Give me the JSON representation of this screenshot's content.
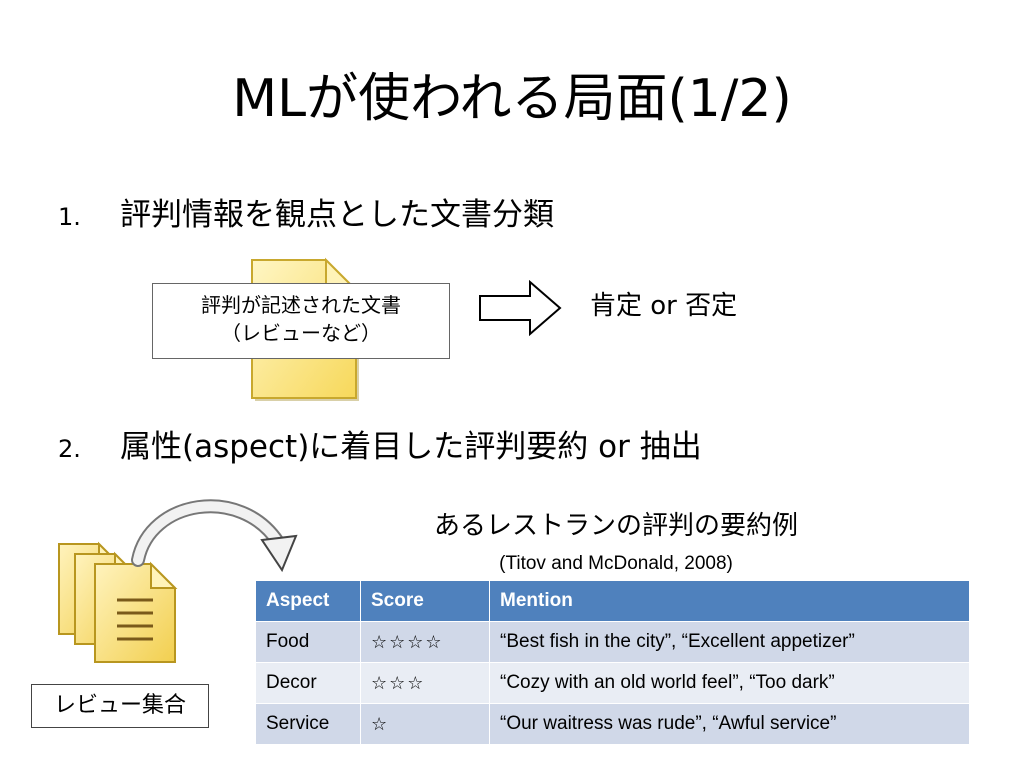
{
  "title": "MLが使われる局面(1/2)",
  "items": [
    {
      "number": "1.",
      "text": "評判情報を観点とした文書分類"
    },
    {
      "number": "2.",
      "text": "属性(aspect)に着目した評判要約 or 抽出"
    }
  ],
  "item1_diagram": {
    "document_label_line1": "評判が記述された文書",
    "document_label_line2": "（レビューなど）",
    "result": "肯定 or 否定"
  },
  "item2_diagram": {
    "review_set_label": "レビュー集合",
    "example_title": "あるレストランの評判の要約例",
    "citation": "(Titov and McDonald, 2008)"
  },
  "table": {
    "headers": [
      "Aspect",
      "Score",
      "Mention"
    ],
    "rows": [
      {
        "aspect": "Food",
        "score": "☆☆☆☆",
        "mention": "“Best fish in the city”, “Excellent  appetizer”"
      },
      {
        "aspect": "Decor",
        "score": "☆☆☆",
        "mention": "“Cozy with an old world feel”, “Too dark”"
      },
      {
        "aspect": "Service",
        "score": "☆",
        "mention": "“Our waitress was rude”, “Awful service”"
      }
    ]
  },
  "colors": {
    "table_header": "#4f81bd",
    "table_row_odd": "#d0d8e8",
    "table_row_even": "#e9edf4",
    "document_fill": "#fce98a"
  }
}
